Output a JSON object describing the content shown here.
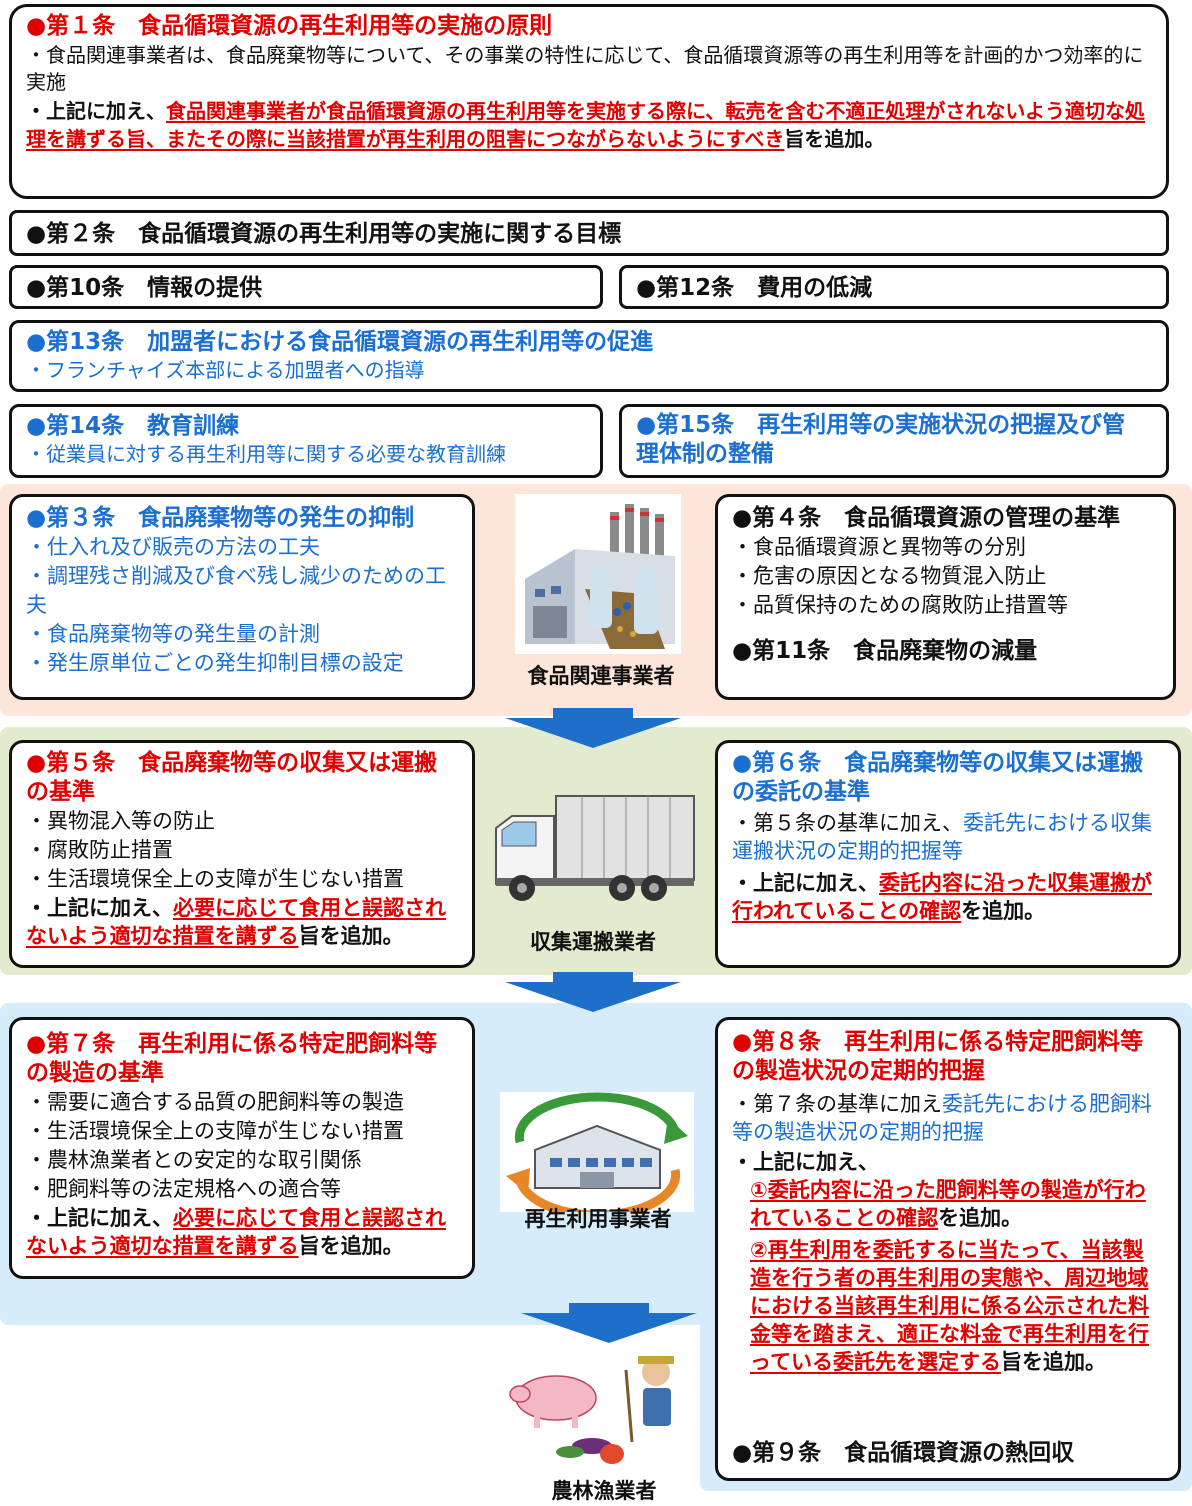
{
  "art1": {
    "title": "●第１条　食品循環資源の再生利用等の実施の原則",
    "p1": "・食品関連事業者は、食品廃棄物等について、その事業の特性に応じて、食品循環資源等の再生利用等を計画的かつ効率的に実施",
    "p2_pre": "・上記に加え、",
    "p2_red": "食品関連事業者が食品循環資源の再生利用等を実施する際に、転売を含む不適正処理がされないよう適切な処理を講ずる旨、またその際に当該措置が再生利用の阻害につながらないようにすべき",
    "p2_post": "旨を追加。"
  },
  "art2": {
    "title": "●第２条　食品循環資源の再生利用等の実施に関する目標"
  },
  "art10": {
    "title": "●第10条　情報の提供"
  },
  "art12": {
    "title": "●第12条　費用の低減"
  },
  "art13": {
    "title": "●第13条　加盟者における食品循環資源の再生利用等の促進",
    "p1": "・フランチャイズ本部による加盟者への指導"
  },
  "art14": {
    "title": "●第14条　教育訓練",
    "p1": "・従業員に対する再生利用等に関する必要な教育訓練"
  },
  "art15": {
    "title": "●第15条　再生利用等の実施状況の把握及び管理体制の整備"
  },
  "art3": {
    "title": "●第３条　食品廃棄物等の発生の抑制",
    "items": [
      "・仕入れ及び販売の方法の工夫",
      "・調理残さ削減及び食べ残し減少のための工夫",
      "・食品廃棄物等の発生量の計測",
      "・発生原単位ごとの発生抑制目標の設定"
    ]
  },
  "art4": {
    "title": "●第４条　食品循環資源の管理の基準",
    "items": [
      "・食品循環資源と異物等の分別",
      "・危害の原因となる物質混入防止",
      "・品質保持のための腐敗防止措置等"
    ]
  },
  "art11": {
    "title": "●第11条　食品廃棄物の減量"
  },
  "art5": {
    "title": "●第５条　食品廃棄物等の収集又は運搬の基準",
    "items": [
      "・異物混入等の防止",
      "・腐敗防止措置",
      "・生活環境保全上の支障が生じない措置"
    ],
    "add_pre": "・上記に加え、",
    "add_red": "必要に応じて食用と誤認されないよう適切な措置を講ずる",
    "add_post": "旨を追加。"
  },
  "art6": {
    "title": "●第６条　食品廃棄物等の収集又は運搬の委託の基準",
    "p1_pre": "・第５条の基準に加え、",
    "p1_blue": "委託先における収集運搬状況の定期的把握等",
    "p2_pre": "・上記に加え、",
    "p2_red": "委託内容に沿った収集運搬が行われていることの確認",
    "p2_post": "を追加。"
  },
  "art7": {
    "title": "●第７条　再生利用に係る特定肥飼料等の製造の基準",
    "items": [
      "・需要に適合する品質の肥飼料等の製造",
      "・生活環境保全上の支障が生じない措置",
      "・農林漁業者との安定的な取引関係",
      "・肥飼料等の法定規格への適合等"
    ],
    "add_pre": "・上記に加え、",
    "add_red": "必要に応じて食用と誤認されないよう適切な措置を講ずる",
    "add_post": "旨を追加。"
  },
  "art8": {
    "title": "●第８条　再生利用に係る特定肥飼料等の製造状況の定期的把握",
    "p1_pre": "・第７条の基準に加え",
    "p1_blue": "委託先における肥飼料等の製造状況の定期的把握",
    "p2": "・上記に加え、",
    "i1_red": "①委託内容に沿った肥飼料等の製造が行われていることの確認",
    "i1_post": "を追加。",
    "i2_red": "②再生利用を委託するに当たって、当該製造を行う者の再生利用の実態や、周辺地域における当該再生利用に係る公示された料金等を踏まえ、適正な料金で再生利用を行っている委託先を選定する",
    "i2_post": "旨を追加。"
  },
  "art9": {
    "title": "●第９条　食品循環資源の熱回収"
  },
  "roles": {
    "food": "食品関連事業者",
    "transport": "収集運搬業者",
    "recycle": "再生利用事業者",
    "farm": "農林漁業者"
  },
  "colors": {
    "red": "#e00000",
    "blue": "#1a6fd0",
    "band1": "#fbe6d9",
    "band2": "#e3ebcf",
    "band3": "#d6ecfa",
    "arrow": "#1e6fc9"
  }
}
